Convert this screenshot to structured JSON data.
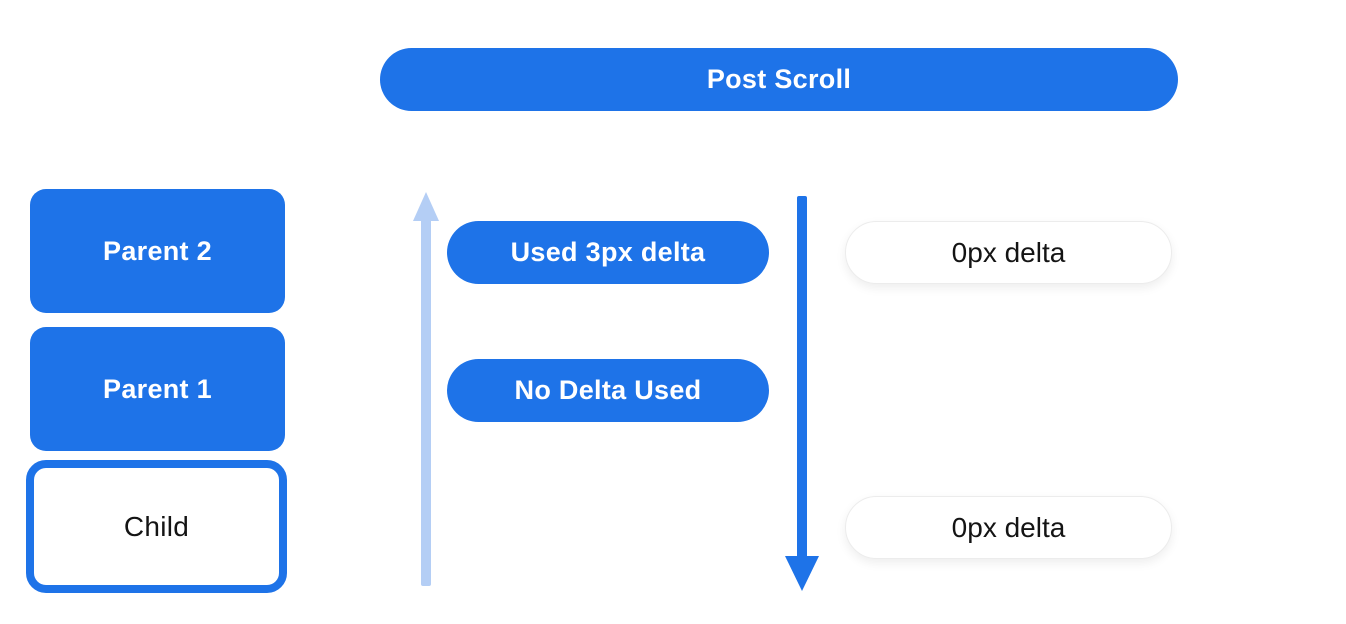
{
  "colors": {
    "blue": "#1e73e8",
    "light_blue": "#b4cef5",
    "pill_border": "#ececec",
    "text_dark": "#141414",
    "text_light": "#ffffff",
    "background": "#ffffff"
  },
  "header": {
    "title": "Post Scroll"
  },
  "scroll_chain": {
    "boxes": [
      {
        "label": "Parent 2",
        "variant": "filled"
      },
      {
        "label": "Parent 1",
        "variant": "filled"
      },
      {
        "label": "Child",
        "variant": "outlined"
      }
    ]
  },
  "consumed_column": {
    "pills": [
      {
        "label": "Used 3px delta"
      },
      {
        "label": "No Delta Used"
      }
    ]
  },
  "remaining_column": {
    "pills": [
      {
        "label": "0px delta"
      },
      {
        "label": "0px delta"
      }
    ]
  },
  "arrows": {
    "up": {
      "icon": "arrow-up-icon",
      "color": "#b4cef5",
      "direction": "up"
    },
    "down": {
      "icon": "arrow-down-icon",
      "color": "#1e73e8",
      "direction": "down"
    }
  }
}
